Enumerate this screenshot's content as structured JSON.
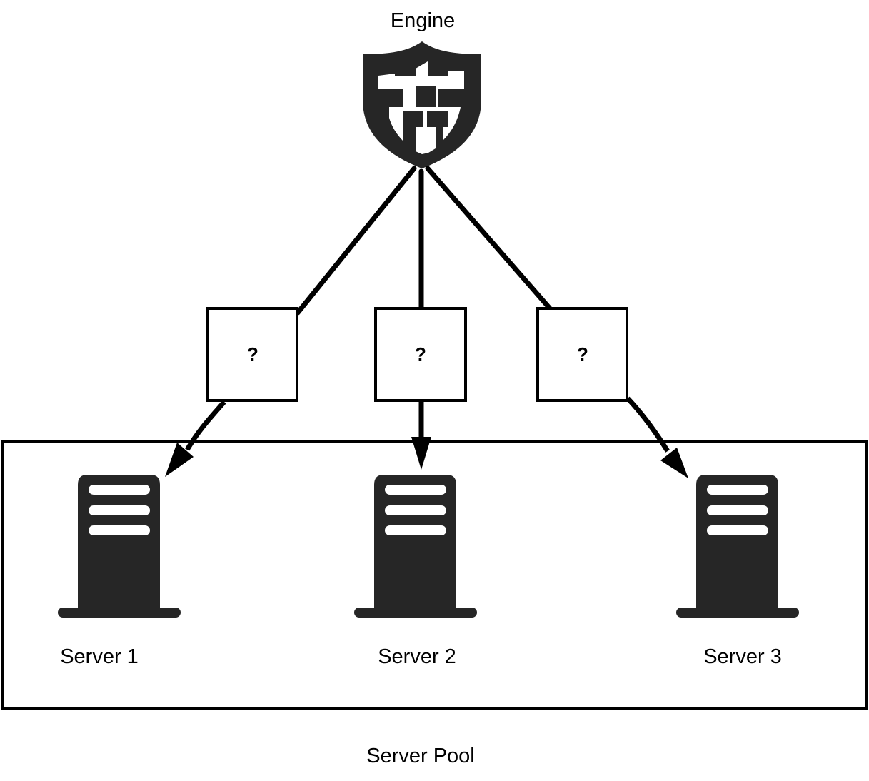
{
  "diagram": {
    "engine": {
      "label": "Engine",
      "icon": "firewall-shield-icon"
    },
    "decisions": [
      {
        "label": "?"
      },
      {
        "label": "?"
      },
      {
        "label": "?"
      }
    ],
    "pool": {
      "label": "Server Pool",
      "servers": [
        {
          "label": "Server 1",
          "icon": "server-tower-icon"
        },
        {
          "label": "Server 2",
          "icon": "server-tower-icon"
        },
        {
          "label": "Server 3",
          "icon": "server-tower-icon"
        }
      ]
    },
    "edges": [
      {
        "from": "Engine",
        "to": "decision-1",
        "arrow": false
      },
      {
        "from": "Engine",
        "to": "decision-2",
        "arrow": false
      },
      {
        "from": "Engine",
        "to": "decision-3",
        "arrow": false
      },
      {
        "from": "decision-1",
        "to": "Server 1",
        "arrow": true
      },
      {
        "from": "decision-2",
        "to": "Server 2",
        "arrow": true
      },
      {
        "from": "decision-3",
        "to": "Server 3",
        "arrow": true
      }
    ],
    "colors": {
      "icon": "#262626",
      "stroke": "#000000",
      "background": "#ffffff"
    }
  }
}
